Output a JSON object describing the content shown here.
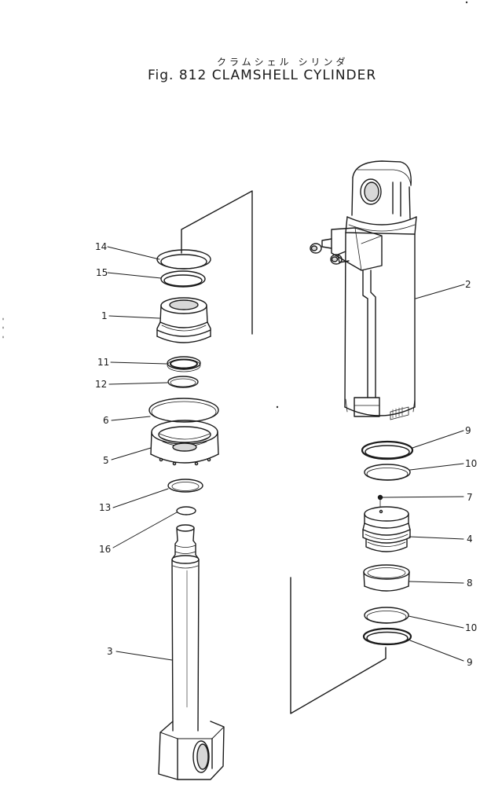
{
  "figure": {
    "title_jp": "クラムシェル シリンダ",
    "title_en": "Fig. 812  CLAMSHELL CYLINDER"
  },
  "callouts": {
    "c14": "14",
    "c15": "15",
    "c1": "1",
    "c11": "11",
    "c12": "12",
    "c6": "6",
    "c5": "5",
    "c13": "13",
    "c16": "16",
    "c3": "3",
    "c2": "2",
    "c9a": "9",
    "c10a": "10",
    "c7": "7",
    "c4": "4",
    "c8": "8",
    "c10b": "10",
    "c9b": "9"
  }
}
